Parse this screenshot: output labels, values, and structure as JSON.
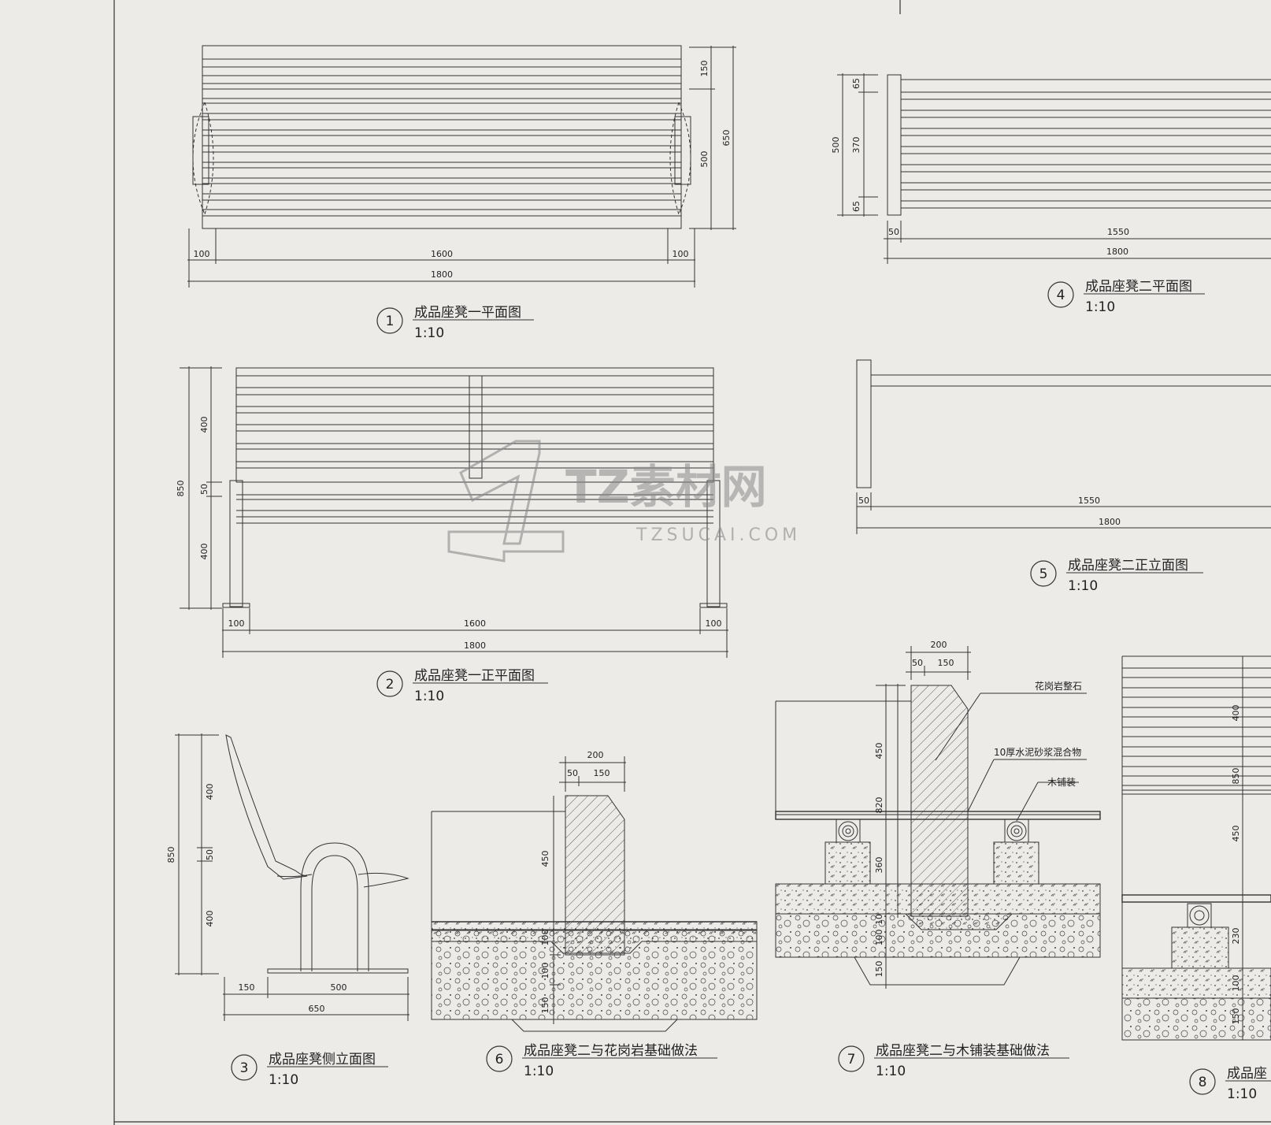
{
  "watermark": {
    "brand": "TZ素材网",
    "url": "TZSUCAI.COM"
  },
  "views": [
    {
      "num": "1",
      "title": "成品座凳一平面图",
      "scale": "1:10"
    },
    {
      "num": "2",
      "title": "成品座凳一正平面图",
      "scale": "1:10"
    },
    {
      "num": "3",
      "title": "成品座凳侧立面图",
      "scale": "1:10"
    },
    {
      "num": "4",
      "title": "成品座凳二平面图",
      "scale": "1:10"
    },
    {
      "num": "5",
      "title": "成品座凳二正立面图",
      "scale": "1:10"
    },
    {
      "num": "6",
      "title": "成品座凳二与花岗岩基础做法",
      "scale": "1:10"
    },
    {
      "num": "7",
      "title": "成品座凳二与木铺装基础做法",
      "scale": "1:10"
    },
    {
      "num": "8",
      "title": "成品座",
      "scale": "1:10"
    }
  ],
  "dims": {
    "v1": {
      "d100": "100",
      "d1600": "1600",
      "d1800": "1800",
      "d150": "150",
      "d650": "650",
      "d500": "500"
    },
    "v2": {
      "d400": "400",
      "d50": "50",
      "d850": "850",
      "d100": "100",
      "d1600": "1600",
      "d1800": "1800"
    },
    "v3": {
      "d400": "400",
      "d50": "50",
      "d850": "850",
      "d150": "150",
      "d500": "500",
      "d650": "650"
    },
    "v4": {
      "d65": "65",
      "d370": "370",
      "d500": "500",
      "d50": "50",
      "d1550": "1550",
      "d1800": "1800"
    },
    "v5": {
      "d50": "50",
      "d1550": "1550",
      "d1800": "1800"
    },
    "v6": {
      "d200": "200",
      "d50": "50",
      "d150": "150",
      "d450": "450",
      "d100": "100"
    },
    "v7": {
      "d200": "200",
      "d50": "50",
      "d150": "150",
      "d450": "450",
      "d820": "820",
      "d360": "360",
      "d10": "10",
      "d100": "100"
    },
    "v8": {
      "d400": "400",
      "d850": "850",
      "d450": "450",
      "d230": "230",
      "d100": "100",
      "d150": "150"
    }
  },
  "notes": {
    "granite": "花岗岩整石",
    "mortar": "10厚水泥砂浆混合物",
    "wood": "木铺装"
  }
}
